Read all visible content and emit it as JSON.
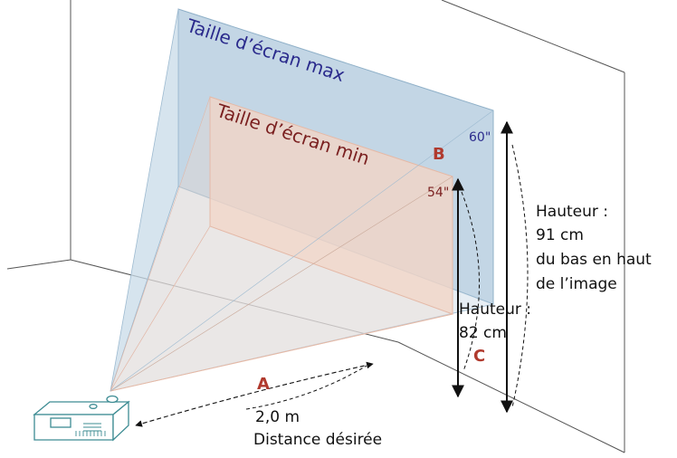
{
  "labels": {
    "max_screen": "Taille d’écran max",
    "min_screen": "Taille d’écran min",
    "size_max": "60\"",
    "size_min": "54\"",
    "letter_a": "A",
    "letter_b": "B",
    "letter_c": "C",
    "distance_value": "2,0 m",
    "distance_caption": "Distance désirée",
    "height_max_line1": "Hauteur :",
    "height_max_line2": "91 cm",
    "height_max_line3": "du bas en haut",
    "height_max_line4": "de l’image",
    "height_min_line1": "Hauteur :",
    "height_min_line2": "82 cm"
  },
  "colors": {
    "max_screen_fill": "#b9cfe0",
    "min_screen_fill": "#f2d4c6",
    "max_label": "#2a2a8c",
    "min_label": "#7a1f1f",
    "letters": "#b03a2e",
    "projector": "#3d8c93"
  }
}
